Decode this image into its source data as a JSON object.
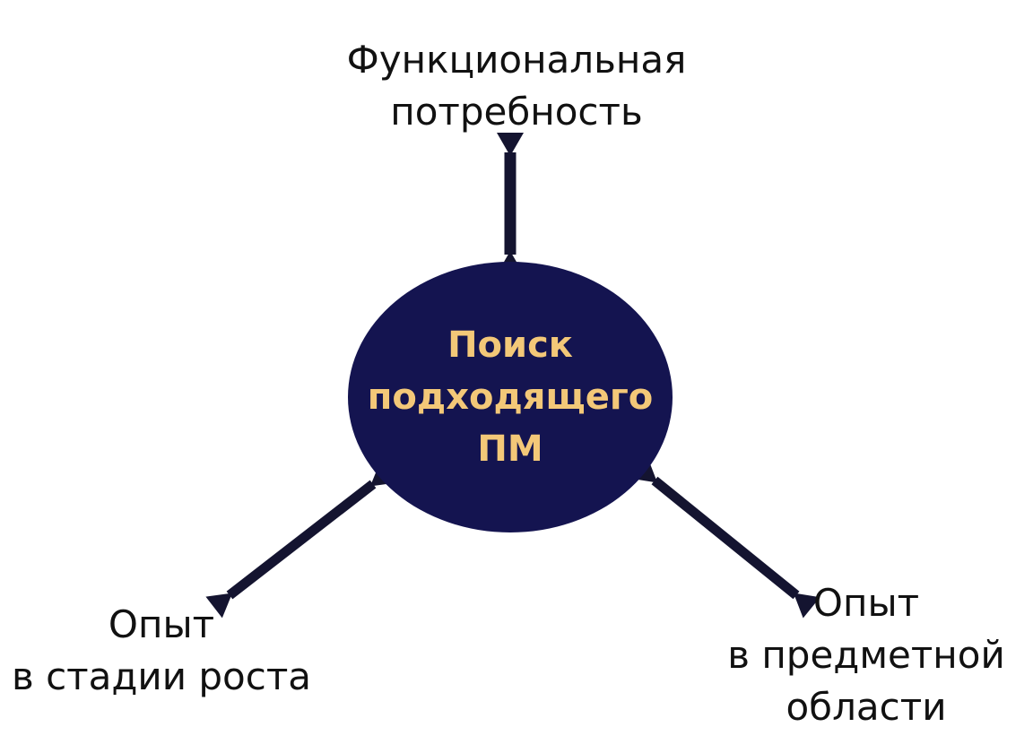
{
  "diagram": {
    "center": {
      "lines": [
        "Поиск",
        "подходящего",
        "ПМ"
      ]
    },
    "top": {
      "lines": [
        "Функциональная",
        "потребность"
      ]
    },
    "bottom_left": {
      "lines": [
        "Опыт",
        "в стадии роста"
      ]
    },
    "bottom_right": {
      "lines": [
        "Опыт",
        "в предметной",
        "области"
      ]
    },
    "colors": {
      "node_fill": "#141450",
      "node_text": "#f3c878",
      "arrow": "#141430",
      "label_text": "#111111"
    }
  }
}
